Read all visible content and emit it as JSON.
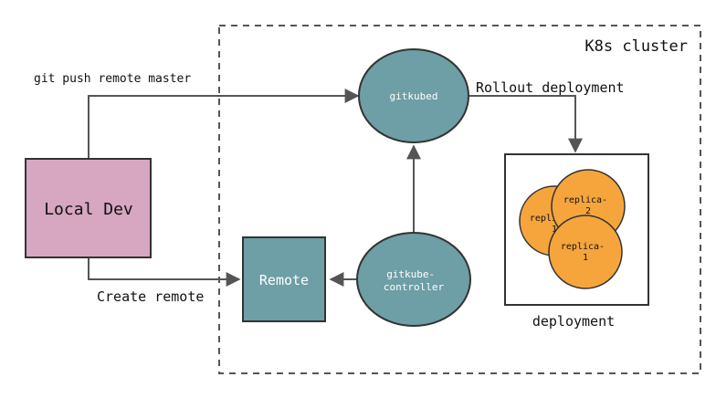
{
  "cluster": {
    "label": "K8s cluster"
  },
  "nodes": {
    "local_dev": "Local Dev",
    "remote": "Remote",
    "gitkubed": "gitkubed",
    "gitkube_controller": [
      "gitkube-",
      "controller"
    ],
    "deployment": "deployment"
  },
  "replicas": {
    "back": [
      "replica-",
      "1"
    ],
    "middle": [
      "replica-",
      "2"
    ],
    "front": [
      "replica-",
      "1"
    ]
  },
  "edges": {
    "push": "git push remote master",
    "rollout": "Rollout deployment",
    "create": "Create remote"
  },
  "colors": {
    "local_dev_fill": "#d7a6c0",
    "teal_fill": "#6e9ea6",
    "replica_fill": "#f6a53c",
    "line": "#555555"
  }
}
